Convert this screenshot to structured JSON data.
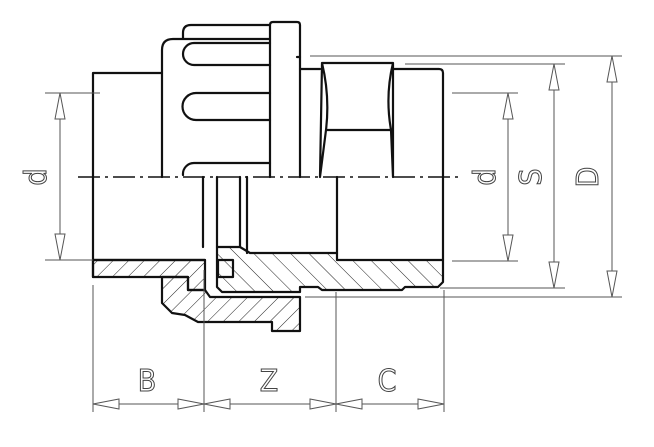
{
  "drawing": {
    "dimension_labels": {
      "left_d": "d",
      "right_d": "d",
      "S": "S",
      "D": "D",
      "B": "B",
      "Z": "Z",
      "C": "C"
    },
    "colors": {
      "line": "#111111",
      "dimension": "#555555",
      "background": "#ffffff"
    }
  }
}
